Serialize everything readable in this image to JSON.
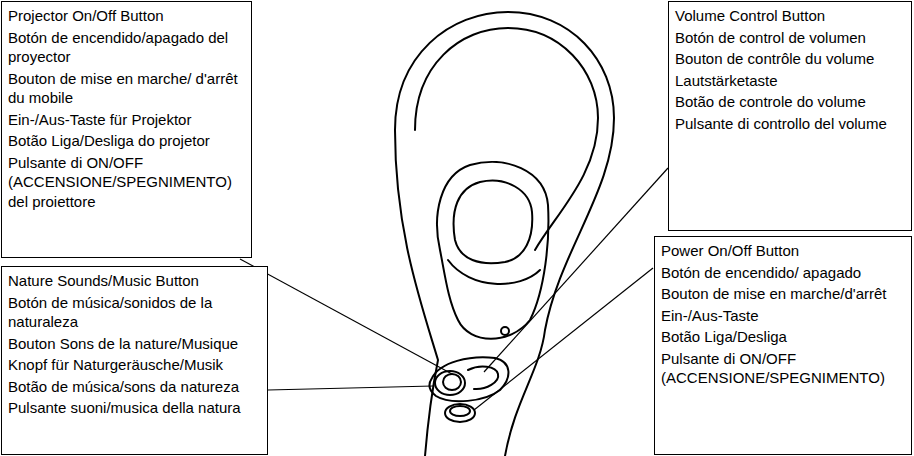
{
  "diagram": {
    "nodes": [
      {
        "text": [
          "Projector On/Off Button",
          "Botón de encendido/apagado del proyector",
          "Bouton de mise en marche/ d'arrêt du mobile",
          "Ein-/Aus-Taste für Projektor",
          "Botão Liga/Desliga do projetor",
          "Pulsante di ON/OFF (ACCENSIONE/SPEGNIMENTO) del proiettore"
        ]
      },
      {
        "text": [
          "Volume Control Button",
          "Botón de control de volumen",
          "Bouton de contrôle du volume",
          "Lautstärketaste",
          "Botão de controle do volume",
          "Pulsante di controllo del volume"
        ]
      },
      {
        "text": [
          "Nature Sounds/Music Button",
          "Botón de música/sonidos de la naturaleza",
          "Bouton Sons de la nature/Musique",
          "Knopf für Naturgeräusche/Musik",
          "Botão de música/sons da natureza",
          "Pulsante suoni/musica della natura"
        ]
      },
      {
        "text": [
          "Power On/Off Button",
          "Botón de encendido/ apagado",
          "Bouton de mise en marche/d'arrêt",
          "Ein-/Aus-Taste",
          "Botão Liga/Desliga",
          "Pulsante di ON/OFF (ACCENSIONE/SPEGNIMENTO)"
        ]
      }
    ]
  }
}
